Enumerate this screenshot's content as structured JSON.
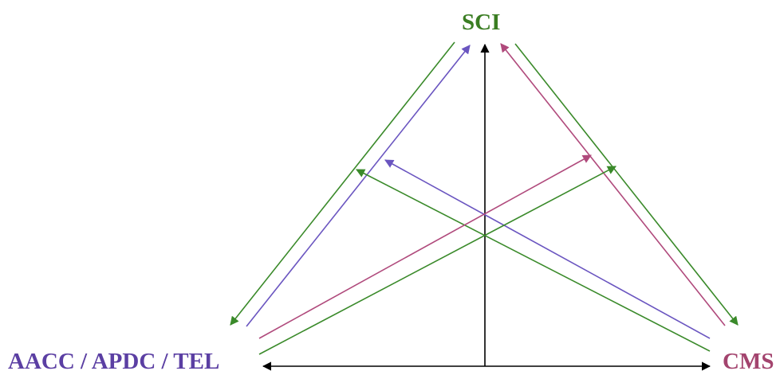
{
  "nodes": {
    "top": {
      "label": "SCI",
      "color": "#3a7d22"
    },
    "left": {
      "label": "AACC / APDC / TEL",
      "color": "#5b3fa3"
    },
    "right": {
      "label": "CMS",
      "color": "#a3446e"
    }
  },
  "colors": {
    "green": "#3a8a2a",
    "purple": "#6a55c0",
    "pink": "#b04a7c",
    "black": "#000000"
  }
}
